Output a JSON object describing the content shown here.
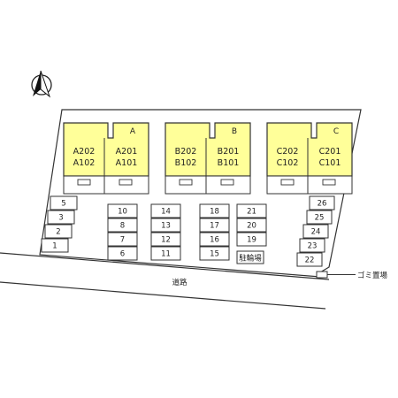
{
  "north_arrow": {
    "icon": "north-arrow-icon"
  },
  "buildings": [
    {
      "id": "A",
      "letter": "A",
      "left_units": [
        "A202",
        "A102"
      ],
      "right_units": [
        "A201",
        "A101"
      ]
    },
    {
      "id": "B",
      "letter": "B",
      "left_units": [
        "B202",
        "B102"
      ],
      "right_units": [
        "B201",
        "B101"
      ]
    },
    {
      "id": "C",
      "letter": "C",
      "left_units": [
        "C202",
        "C102"
      ],
      "right_units": [
        "C201",
        "C101"
      ]
    }
  ],
  "parking": {
    "west": [
      "5",
      "3",
      "2",
      "1"
    ],
    "col_10_6": [
      "10",
      "8",
      "7",
      "6"
    ],
    "col_14_11": [
      "14",
      "13",
      "12",
      "11"
    ],
    "col_18_15": [
      "18",
      "17",
      "16",
      "15"
    ],
    "col_21_19": [
      "21",
      "20",
      "19"
    ],
    "east": [
      "26",
      "25",
      "24",
      "23",
      "22"
    ]
  },
  "bicycle_parking_label": "駐輪場",
  "road_label": "道路",
  "garbage_label": "ゴミ置場",
  "colors": {
    "building_fill": "#ffff99",
    "line": "#333333",
    "background": "#ffffff"
  }
}
